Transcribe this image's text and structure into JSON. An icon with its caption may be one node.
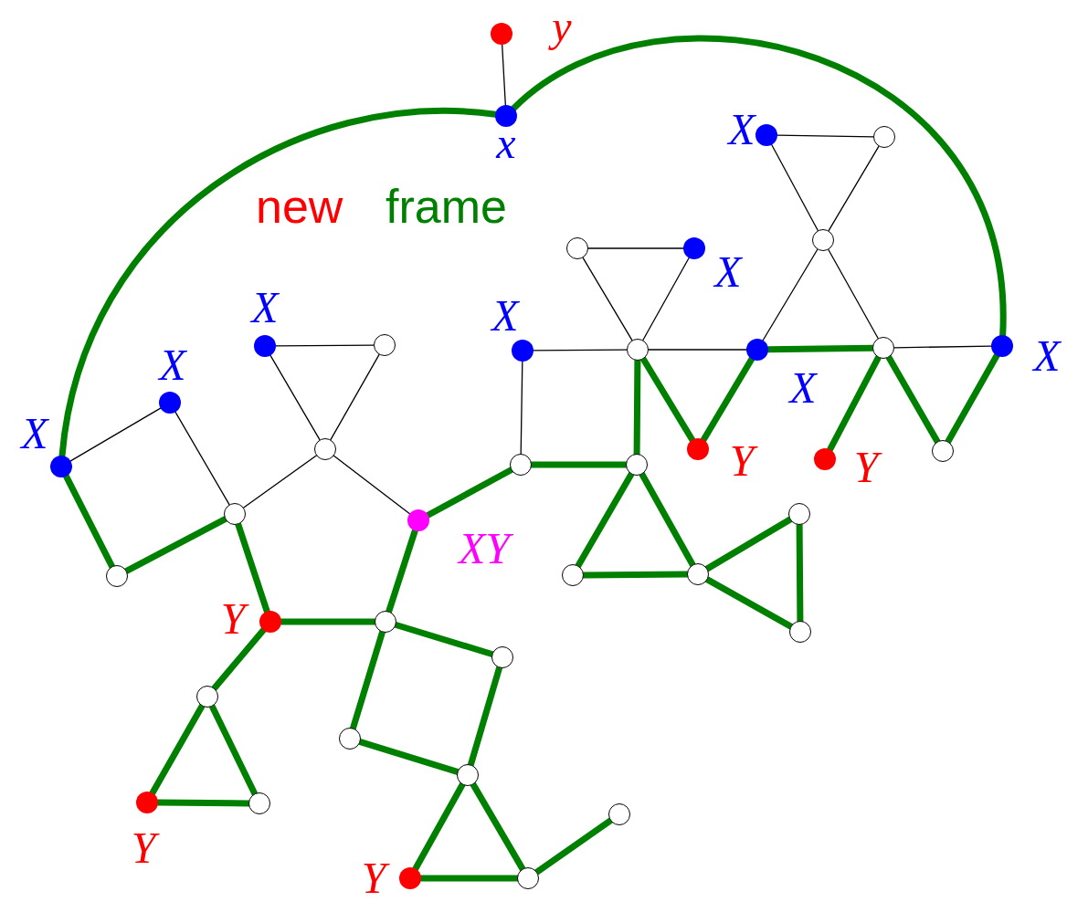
{
  "diagram": {
    "nodes": [
      {
        "text": [],
        "shape": "circle",
        "beside": [
          "y"
        ]
      },
      {
        "text": [],
        "shape": "circle",
        "beside": [
          "x"
        ]
      },
      {
        "text": [],
        "shape": "circle",
        "beside": [
          "X"
        ]
      },
      {
        "text": [],
        "shape": "circle"
      },
      {
        "text": [],
        "shape": "circle"
      },
      {
        "text": [],
        "shape": "circle",
        "beside": [
          "X"
        ]
      },
      {
        "text": [],
        "shape": "circle"
      },
      {
        "text": [],
        "shape": "circle",
        "beside": [
          "X"
        ]
      },
      {
        "text": [],
        "shape": "circle"
      },
      {
        "text": [],
        "shape": "circle",
        "beside": [
          "X"
        ]
      },
      {
        "text": [],
        "shape": "circle"
      },
      {
        "text": [],
        "shape": "circle",
        "beside": [
          "X"
        ]
      },
      {
        "text": [],
        "shape": "circle"
      },
      {
        "text": [],
        "shape": "circle",
        "beside": [
          "X"
        ]
      },
      {
        "text": [],
        "shape": "circle",
        "beside": [
          "X"
        ]
      },
      {
        "text": [],
        "shape": "circle"
      },
      {
        "text": [],
        "shape": "circle",
        "beside": [
          "Y"
        ]
      },
      {
        "text": [],
        "shape": "circle",
        "beside": [
          "Y"
        ]
      },
      {
        "text": [],
        "shape": "circle"
      },
      {
        "text": [],
        "shape": "circle",
        "beside": [
          "X"
        ]
      },
      {
        "text": [],
        "shape": "circle"
      },
      {
        "text": [],
        "shape": "circle"
      },
      {
        "text": [],
        "shape": "circle"
      },
      {
        "text": [],
        "shape": "circle",
        "beside": [
          "XY"
        ]
      },
      {
        "text": [],
        "shape": "circle"
      },
      {
        "text": [],
        "shape": "circle"
      },
      {
        "text": [],
        "shape": "circle"
      },
      {
        "text": [],
        "shape": "circle"
      },
      {
        "text": [],
        "shape": "circle",
        "beside": [
          "Y"
        ]
      },
      {
        "text": [],
        "shape": "circle"
      },
      {
        "text": [],
        "shape": "circle"
      },
      {
        "text": [],
        "shape": "circle"
      },
      {
        "text": [],
        "shape": "circle"
      },
      {
        "text": [],
        "shape": "circle"
      },
      {
        "text": [],
        "shape": "circle"
      },
      {
        "text": [],
        "shape": "circle"
      },
      {
        "text": [],
        "shape": "circle",
        "beside": [
          "Y"
        ]
      },
      {
        "text": [],
        "shape": "circle"
      },
      {
        "text": [],
        "shape": "circle",
        "beside": [
          "Y"
        ]
      },
      {
        "text": [],
        "shape": "circle"
      }
    ],
    "edges": [
      {
        "from": 0,
        "to": 1,
        "arrow": "none",
        "color": "#000000"
      },
      {
        "from": 2,
        "to": 3,
        "arrow": "none",
        "color": "#000000"
      },
      {
        "from": 2,
        "to": 6,
        "arrow": "none",
        "color": "#000000"
      },
      {
        "from": 3,
        "to": 6,
        "arrow": "none",
        "color": "#000000"
      },
      {
        "from": 6,
        "to": 11,
        "arrow": "none",
        "color": "#000000"
      },
      {
        "from": 6,
        "to": 12,
        "arrow": "none",
        "color": "#000000"
      },
      {
        "from": 4,
        "to": 5,
        "arrow": "none",
        "color": "#000000"
      },
      {
        "from": 4,
        "to": 10,
        "arrow": "none",
        "color": "#000000"
      },
      {
        "from": 5,
        "to": 10,
        "arrow": "none",
        "color": "#000000"
      },
      {
        "from": 7,
        "to": 8,
        "arrow": "none",
        "color": "#000000"
      },
      {
        "from": 7,
        "to": 15,
        "arrow": "none",
        "color": "#000000"
      },
      {
        "from": 8,
        "to": 15,
        "arrow": "none",
        "color": "#000000"
      },
      {
        "from": 9,
        "to": 10,
        "arrow": "none",
        "color": "#000000"
      },
      {
        "from": 9,
        "to": 20,
        "arrow": "none",
        "color": "#000000"
      },
      {
        "from": 10,
        "to": 11,
        "arrow": "none",
        "color": "#000000"
      },
      {
        "from": 12,
        "to": 13,
        "arrow": "none",
        "color": "#000000"
      },
      {
        "from": 19,
        "to": 14,
        "arrow": "none",
        "color": "#000000"
      },
      {
        "from": 14,
        "to": 22,
        "arrow": "none",
        "color": "#000000"
      },
      {
        "from": 15,
        "to": 22,
        "arrow": "none",
        "color": "#000000"
      },
      {
        "from": 15,
        "to": 23,
        "arrow": "none",
        "color": "#000000"
      },
      {
        "from": 19,
        "to": 1,
        "arrow": "none"
      },
      {
        "from": 1,
        "to": 13,
        "arrow": "none"
      },
      {
        "from": 11,
        "to": 12,
        "arrow": "none"
      },
      {
        "from": 10,
        "to": 21,
        "arrow": "none"
      },
      {
        "from": 10,
        "to": 16,
        "arrow": "none"
      },
      {
        "from": 16,
        "to": 11,
        "arrow": "none"
      },
      {
        "from": 12,
        "to": 17,
        "arrow": "none"
      },
      {
        "from": 12,
        "to": 18,
        "arrow": "none"
      },
      {
        "from": 18,
        "to": 13,
        "arrow": "none"
      },
      {
        "from": 20,
        "to": 21,
        "arrow": "none"
      },
      {
        "from": 23,
        "to": 20,
        "arrow": "none"
      },
      {
        "from": 21,
        "to": 26,
        "arrow": "none"
      },
      {
        "from": 21,
        "to": 27,
        "arrow": "none"
      },
      {
        "from": 26,
        "to": 27,
        "arrow": "none"
      },
      {
        "from": 27,
        "to": 24,
        "arrow": "none"
      },
      {
        "from": 27,
        "to": 30,
        "arrow": "none"
      },
      {
        "from": 24,
        "to": 30,
        "arrow": "none"
      },
      {
        "from": 19,
        "to": 25,
        "arrow": "none"
      },
      {
        "from": 25,
        "to": 22,
        "arrow": "none"
      },
      {
        "from": 22,
        "to": 28,
        "arrow": "none"
      },
      {
        "from": 28,
        "to": 29,
        "arrow": "none"
      },
      {
        "from": 23,
        "to": 29,
        "arrow": "none"
      },
      {
        "from": 28,
        "to": 32,
        "arrow": "none"
      },
      {
        "from": 32,
        "to": 36,
        "arrow": "none"
      },
      {
        "from": 32,
        "to": 37,
        "arrow": "none"
      },
      {
        "from": 36,
        "to": 37,
        "arrow": "none"
      },
      {
        "from": 29,
        "to": 31,
        "arrow": "none"
      },
      {
        "from": 29,
        "to": 33,
        "arrow": "none"
      },
      {
        "from": 31,
        "to": 34,
        "arrow": "none"
      },
      {
        "from": 33,
        "to": 34,
        "arrow": "none"
      },
      {
        "from": 34,
        "to": 38,
        "arrow": "none"
      },
      {
        "from": 34,
        "to": 39,
        "arrow": "none"
      },
      {
        "from": 38,
        "to": 39,
        "arrow": "none"
      },
      {
        "from": 39,
        "to": 35,
        "arrow": "none"
      }
    ],
    "labels": [
      "new",
      "frame"
    ]
  }
}
